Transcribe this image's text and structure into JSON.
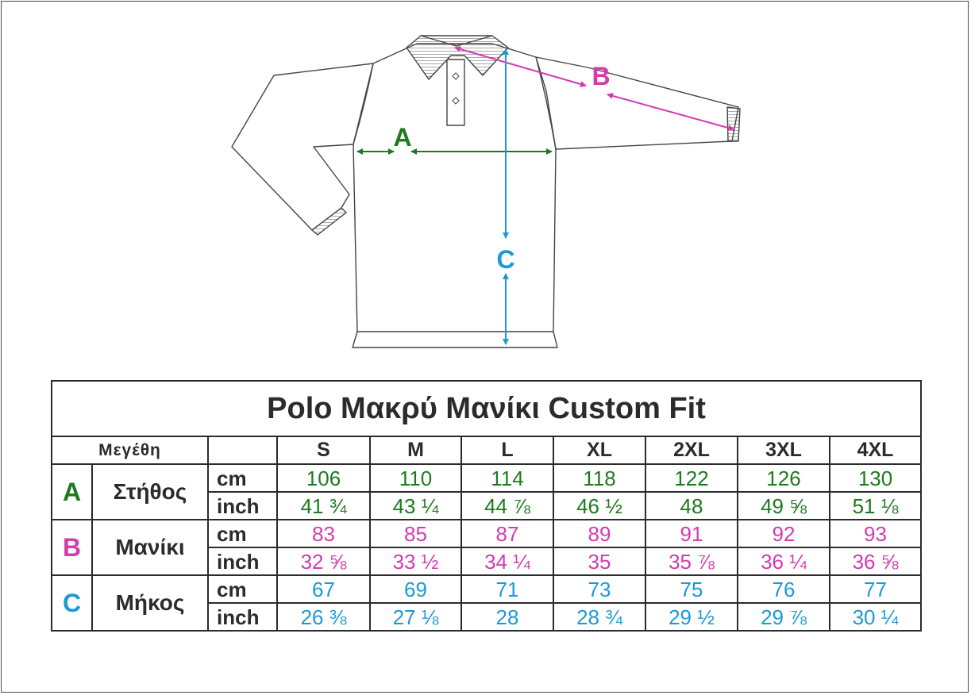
{
  "title": "Polo Μακρύ Μανίκι Custom Fit",
  "diagram": {
    "label_a": "A",
    "label_b": "B",
    "label_c": "C"
  },
  "colors": {
    "a": "#1f7a1f",
    "b": "#d63aaf",
    "c": "#1a9ad6",
    "ink": "#2b2b2b"
  },
  "table": {
    "sizes_label": "Μεγέθη",
    "sizes": [
      "S",
      "M",
      "L",
      "XL",
      "2XL",
      "3XL",
      "4XL"
    ],
    "rows": [
      {
        "letter": "A",
        "name": "Στήθος",
        "cm_label": "cm",
        "inch_label": "inch",
        "cm": [
          "106",
          "110",
          "114",
          "118",
          "122",
          "126",
          "130"
        ],
        "inch": [
          "41 ¾",
          "43 ¼",
          "44 ⅞",
          "46 ½",
          "48",
          "49 ⅝",
          "51 ⅛"
        ]
      },
      {
        "letter": "B",
        "name": "Μανίκι",
        "cm_label": "cm",
        "inch_label": "inch",
        "cm": [
          "83",
          "85",
          "87",
          "89",
          "91",
          "92",
          "93"
        ],
        "inch": [
          "32 ⅝",
          "33 ½",
          "34 ¼",
          "35",
          "35 ⅞",
          "36 ¼",
          "36 ⅝"
        ]
      },
      {
        "letter": "C",
        "name": "Μήκος",
        "cm_label": "cm",
        "inch_label": "inch",
        "cm": [
          "67",
          "69",
          "71",
          "73",
          "75",
          "76",
          "77"
        ],
        "inch": [
          "26 ⅜",
          "27 ⅛",
          "28",
          "28 ¾",
          "29 ½",
          "29 ⅞",
          "30 ¼"
        ]
      }
    ]
  }
}
